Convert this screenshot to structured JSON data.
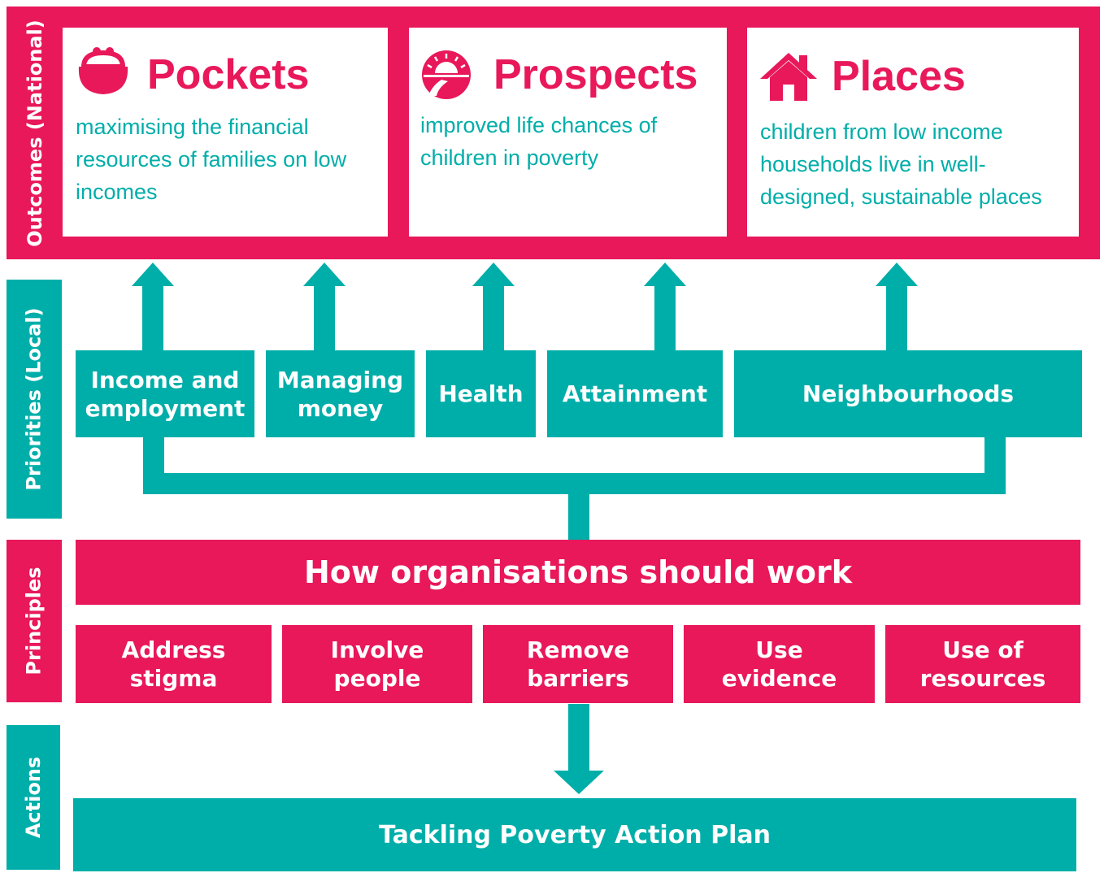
{
  "side_labels": {
    "outcomes": "Outcomes (National)",
    "priorities": "Priorities (Local)",
    "principles": "Principles",
    "actions": "Actions"
  },
  "outcomes": [
    {
      "title": "Pockets",
      "text": "maximising the financial resources of families on low incomes",
      "icon": "purse-icon"
    },
    {
      "title": "Prospects",
      "text": "improved life chances of children in poverty",
      "icon": "sunrise-road-icon"
    },
    {
      "title": "Places",
      "text": "children from low income households live in well-designed, sustainable places",
      "icon": "house-icon"
    }
  ],
  "priorities": [
    "Income and employment",
    "Managing money",
    "Health",
    "Attainment",
    "Neighbourhoods"
  ],
  "principles_heading": "How organisations should work",
  "principles": [
    "Address stigma",
    "Involve people",
    "Remove barriers",
    "Use evidence",
    "Use of resources"
  ],
  "action": "Tackling Poverty Action Plan",
  "colors": {
    "pink": "#e8185a",
    "teal": "#00aea9"
  }
}
